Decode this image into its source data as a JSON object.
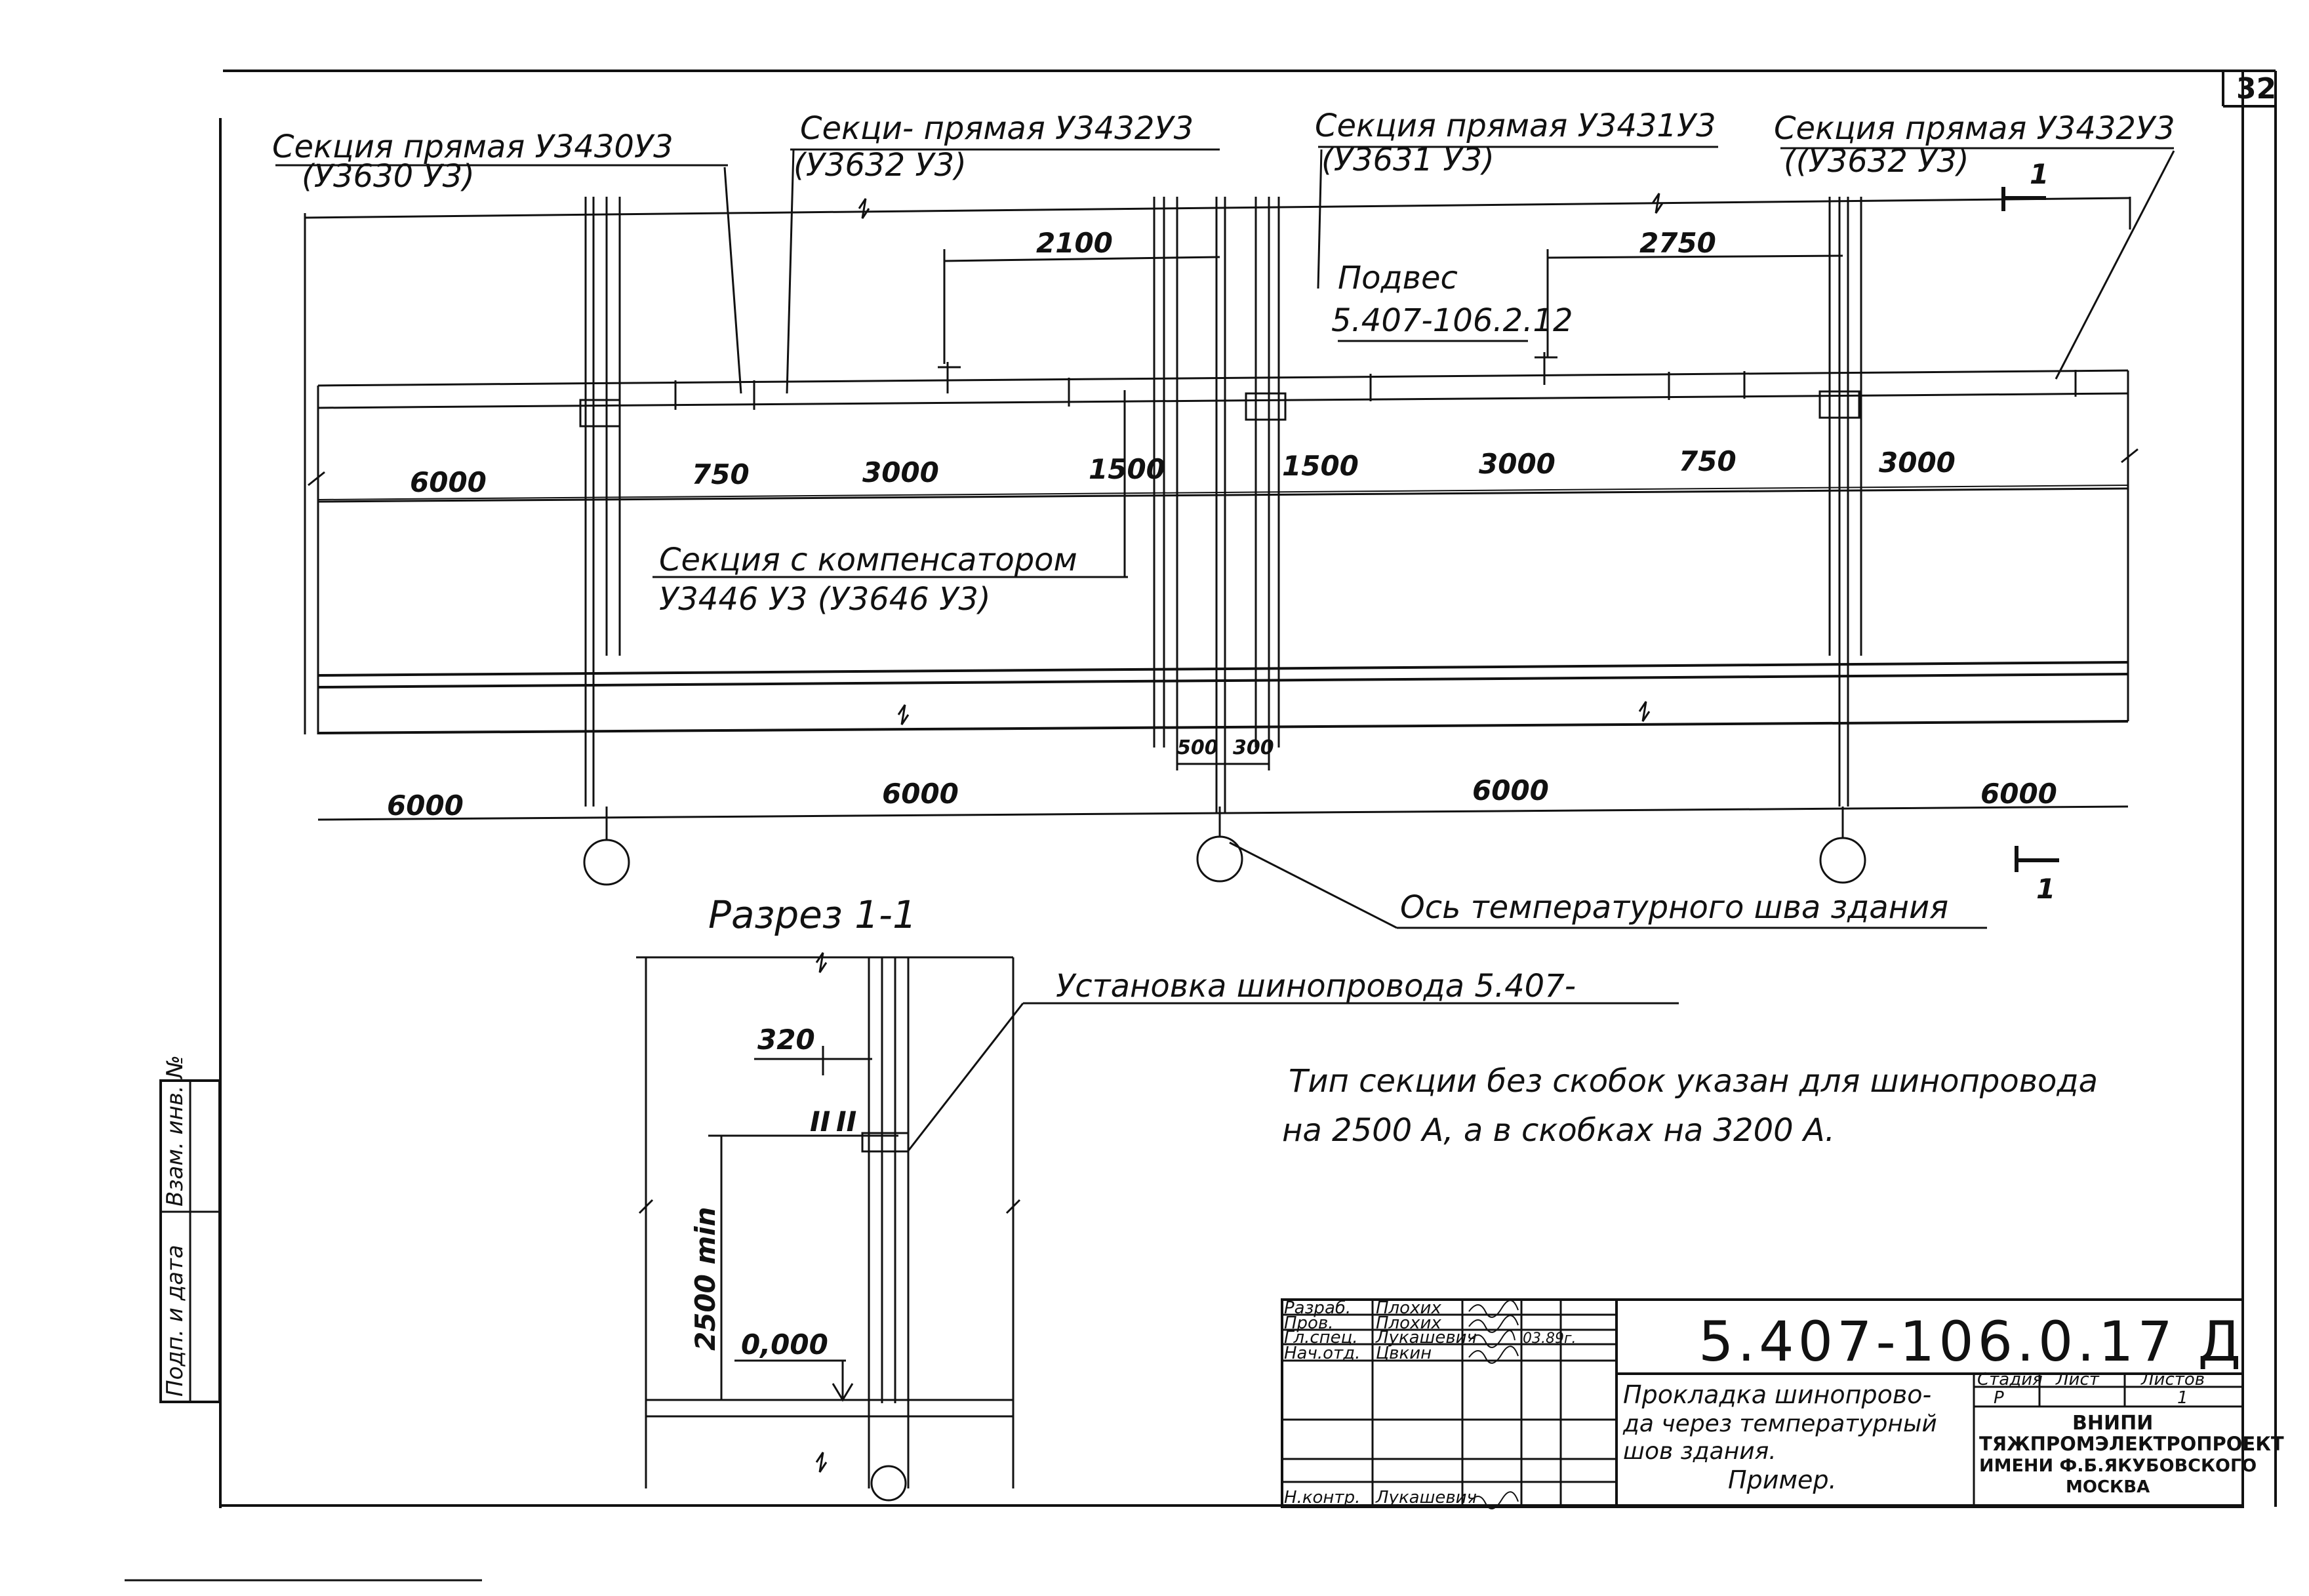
{
  "sheet_number": "32",
  "plan": {
    "labels": {
      "section1": "Секция прямая У3430У3",
      "section1_alt": "(У3630 У3)",
      "section2": "Секци- прямая У3432У3",
      "section2_alt": "(У3632 У3)",
      "section3": "Секция прямая У3431У3",
      "section3_alt": "(У3631 У3)",
      "section4": "Секция прямая У3432У3",
      "section4_alt": "((У3632 У3)",
      "hanger": "Подвес",
      "hanger_code": "5.407-106.2.12",
      "compensator": "Секция с компенсатором",
      "compensator_code": "У3446 У3 (У3646 У3)",
      "axis_note": "Ось температурного шва здания"
    },
    "top_dims": [
      "2100",
      "2750"
    ],
    "busbar_dims": [
      "6000",
      "750",
      "3000",
      "1500",
      "1500",
      "3000",
      "750",
      "3000"
    ],
    "joint_dims": [
      "500",
      "300"
    ],
    "bottom_dims": [
      "6000",
      "6000",
      "6000",
      "6000"
    ],
    "cut_marks": [
      "1",
      "1"
    ]
  },
  "section": {
    "title": "Разрез 1-1",
    "install_label": "Установка шинопровода 5.407-",
    "dim_320": "320",
    "dim_height": "2500 min",
    "level": "0,000",
    "bracket_marks": [
      "II",
      "II"
    ]
  },
  "note": {
    "line1": "Тип секции без скобок указан для шинопровода",
    "line2": "на 2500 А, а в скобках на 3200 А."
  },
  "side_stamp": {
    "col1": "Подп. и дата",
    "col2": "Взам. инв. №"
  },
  "title_block": {
    "code": "5.407-106.0.17 Д",
    "rows": [
      {
        "role": "Разраб.",
        "name": "Плохих",
        "date": ""
      },
      {
        "role": "Пров.",
        "name": "Плохих",
        "date": ""
      },
      {
        "role": "Гл.спец.",
        "name": "Лукашевич",
        "date": "03.89г."
      },
      {
        "role": "Нач.отд.",
        "name": "Цвкин",
        "date": ""
      },
      {
        "role": "",
        "name": "",
        "date": ""
      },
      {
        "role": "",
        "name": "",
        "date": ""
      },
      {
        "role": "Н.контр.",
        "name": "Лукашевич",
        "date": ""
      }
    ],
    "description": [
      "Прокладка шинопрово-",
      "да через температурный",
      "шов здания.",
      "Пример."
    ],
    "stage_header": "Стадия",
    "sheet_header": "Лист",
    "sheets_header": "Листов",
    "stage": "Р",
    "sheet": "",
    "sheets": "1",
    "org": [
      "ВНИПИ",
      "ТЯЖПРОМЭЛЕКТРОПРОЕКТ",
      "ИМЕНИ Ф.Б.ЯКУБОВСКОГО",
      "МОСКВА"
    ]
  }
}
